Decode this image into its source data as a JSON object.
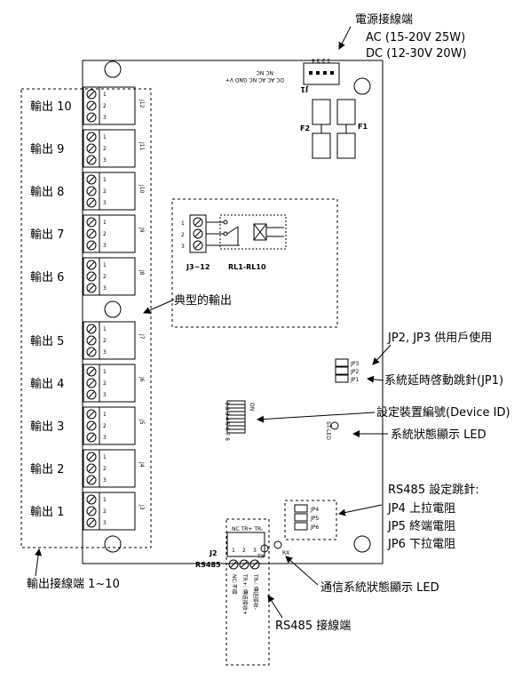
{
  "power": {
    "title": "電源接線端",
    "ac": "AC (15-20V 25W)",
    "dc": "DC (12-30V 20W)",
    "connector": "J1",
    "pins": "1 2 3 4",
    "pin_labels": "DC AC AC NC GND V+",
    "pin_labels2": "NC NC",
    "fuse1": "F1",
    "fuse2": "F2"
  },
  "outputs": {
    "labels": [
      "輸出 10",
      "輸出 9",
      "輸出 8",
      "輸出 7",
      "輸出 6",
      "輸出 5",
      "輸出 4",
      "輸出 3",
      "輸出 2",
      "輸出 1"
    ],
    "jumpers": [
      "J12",
      "J11",
      "J10",
      "J9",
      "J8",
      "J7",
      "J6",
      "J5",
      "J4",
      "J3"
    ],
    "pin_numbers": [
      "1",
      "2",
      "3"
    ],
    "caption": "輸出接線端 1~10"
  },
  "typical": {
    "caption": "典型的輸出",
    "connector_label": "J3~12",
    "relay_label": "RL1-RL10",
    "pins": [
      "1",
      "2",
      "3"
    ]
  },
  "jp": {
    "labels": [
      "JP3",
      "JP2",
      "JP1"
    ],
    "jp23_text": "JP2, JP3 供用戶使用",
    "jp1_text": "系統延時啓動跳針(JP1)"
  },
  "device": {
    "dip_label": "ON",
    "dip_numbers": "1 2 3 4 5 6 7 8",
    "text": "設定裝置編號(Device ID)"
  },
  "status": {
    "led_label": "ST-LED",
    "text": "系統狀態顯示 LED"
  },
  "rs485_jumpers": {
    "title": "RS485 設定跳針:",
    "labels": [
      "JP4",
      "JP5",
      "JP6"
    ],
    "lines": [
      "JP4 上拉電阻",
      "JP5 終端電阻",
      "JP6 下拉電阻"
    ]
  },
  "comm": {
    "tx": "TX",
    "rx": "RX",
    "text": "通信系統狀態顯示 LED"
  },
  "rs485": {
    "label": "RS485",
    "connector": "J2",
    "pin_names": "NC TR+ TR-",
    "pins": [
      "1",
      "2",
      "3"
    ],
    "vertical": [
      "NC:不接",
      "TR+: 傳送接收+",
      "TR-: 傳送接收-"
    ],
    "caption": "RS485 接線端"
  }
}
